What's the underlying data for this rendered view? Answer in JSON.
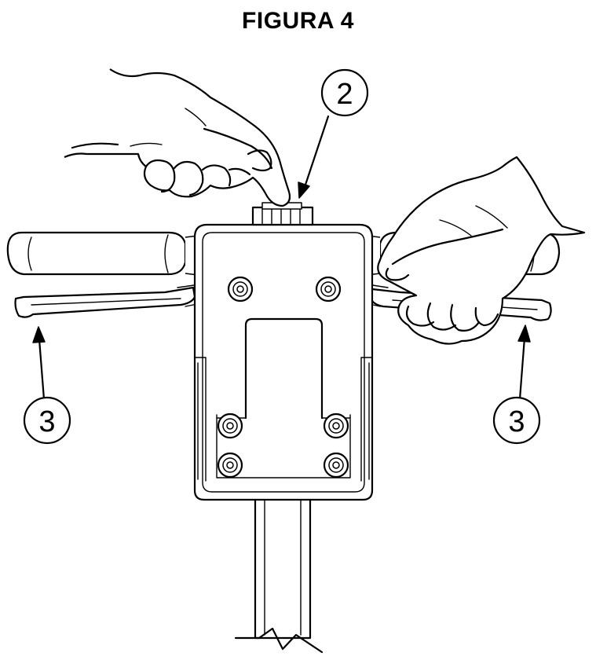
{
  "figure": {
    "title": "FIGURA 4"
  },
  "callouts": {
    "top_label": "2",
    "left_label": "3",
    "right_label": "3"
  }
}
